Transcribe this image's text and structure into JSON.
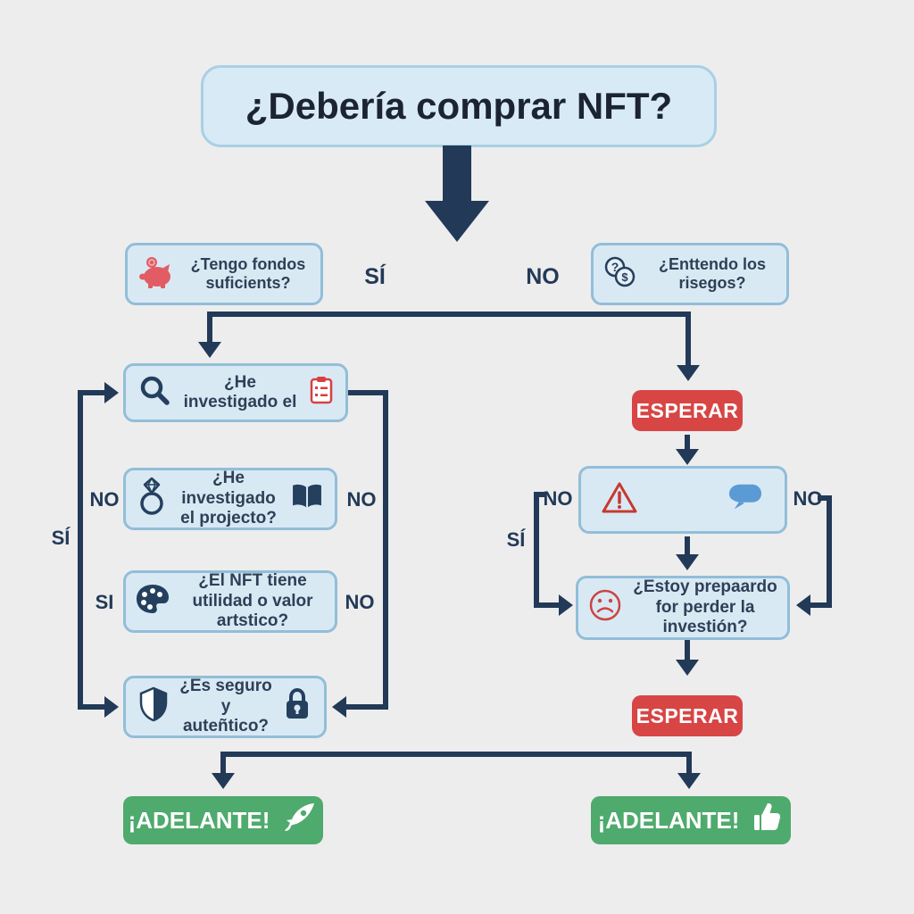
{
  "diagram": {
    "title": "¿Debería comprar NFT?",
    "nodes": {
      "funds": {
        "text": "¿Tengo fondos suficients?",
        "icon": "piggy-bank-icon"
      },
      "risks": {
        "text": "¿Enttendo los risegos?",
        "icon": "question-dollar-icon"
      },
      "research1": {
        "text": "¿He investigado el",
        "icon_left": "magnifier-icon",
        "icon_right": "clipboard-icon"
      },
      "research2": {
        "text": "¿He investigado el projecto?",
        "icon_left": "ring-icon",
        "icon_right": "book-icon"
      },
      "utility": {
        "text": "¿El NFT tiene utilidad o valor artstico?",
        "icon_left": "palette-icon"
      },
      "security": {
        "text": "¿Es seguro y auteñtico?",
        "icon_left": "shield-icon",
        "icon_right": "lock-icon"
      },
      "warning": {
        "text": "",
        "icon_left": "warning-triangle-icon",
        "icon_right": "speech-bubble-icon"
      },
      "prepared": {
        "text": "¿Estoy prepaardo for perder la investión?",
        "icon_left": "sad-face-icon"
      },
      "wait1": {
        "text": "ESPERAR"
      },
      "wait2": {
        "text": "ESPERAR"
      },
      "go1": {
        "text": "¡ADELANTE!",
        "icon": "rocket-icon"
      },
      "go2": {
        "text": "¡ADELANTE!",
        "icon": "thumbs-up-icon"
      }
    },
    "edge_labels": {
      "top_si": "SÍ",
      "top_no": "NO",
      "left_no": "NO",
      "left_si": "SÍ",
      "left_si2": "SI",
      "inner_no1": "NO",
      "inner_no2": "NO",
      "rc_no_left": "NO",
      "rc_si": "SÍ",
      "rc_no_right": "NO"
    },
    "colors": {
      "background": "#ededee",
      "box_fill": "#d9e9f4",
      "box_border": "#92bed8",
      "connector_navy": "#223a57",
      "text_navy": "#2e4057",
      "stop_red": "#d84545",
      "go_green": "#4faa6d",
      "piggy_red": "#e25c63",
      "warning_red": "#c6392e",
      "bubble_blue": "#5b9bd5"
    }
  }
}
